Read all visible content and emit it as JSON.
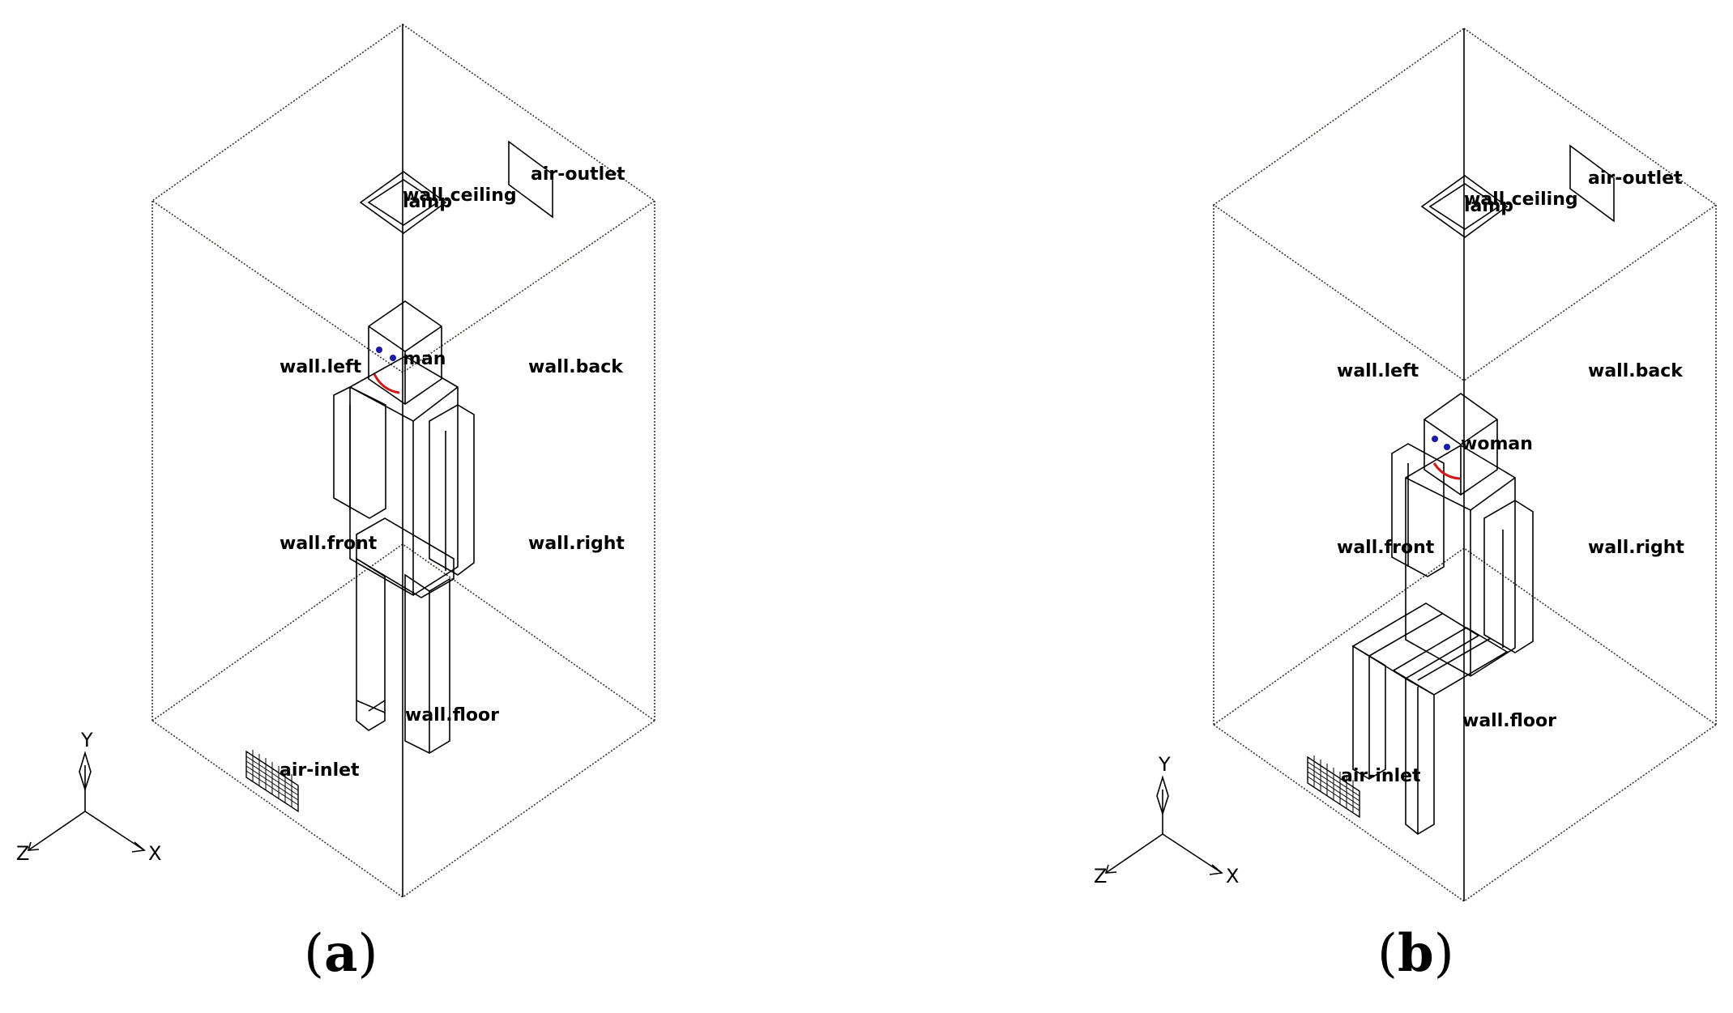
{
  "panels": [
    {
      "caption_open": "(",
      "caption_letter": "a",
      "caption_close": ")",
      "labels": {
        "air_outlet": "air-outlet",
        "wall_ceiling": "wall.ceiling",
        "lamp": "lamp",
        "occupant": "man",
        "wall_left": "wall.left",
        "wall_back": "wall.back",
        "wall_front": "wall.front",
        "wall_right": "wall.right",
        "wall_floor": "wall.floor",
        "air_inlet": "air-inlet"
      },
      "axes": {
        "y": "Y",
        "x": "X",
        "z": "Z"
      }
    },
    {
      "caption_open": "(",
      "caption_letter": "b",
      "caption_close": ")",
      "labels": {
        "air_outlet": "air-outlet",
        "wall_ceiling": "wall.ceiling",
        "lamp": "lamp",
        "occupant": "woman",
        "wall_left": "wall.left",
        "wall_back": "wall.back",
        "wall_front": "wall.front",
        "wall_right": "wall.right",
        "wall_floor": "wall.floor",
        "air_inlet": "air-inlet"
      },
      "axes": {
        "y": "Y",
        "x": "X",
        "z": "Z"
      }
    }
  ],
  "colors": {
    "eyes": "#1a1aa8",
    "mouth": "#d01818",
    "lines": "#3a3528"
  }
}
